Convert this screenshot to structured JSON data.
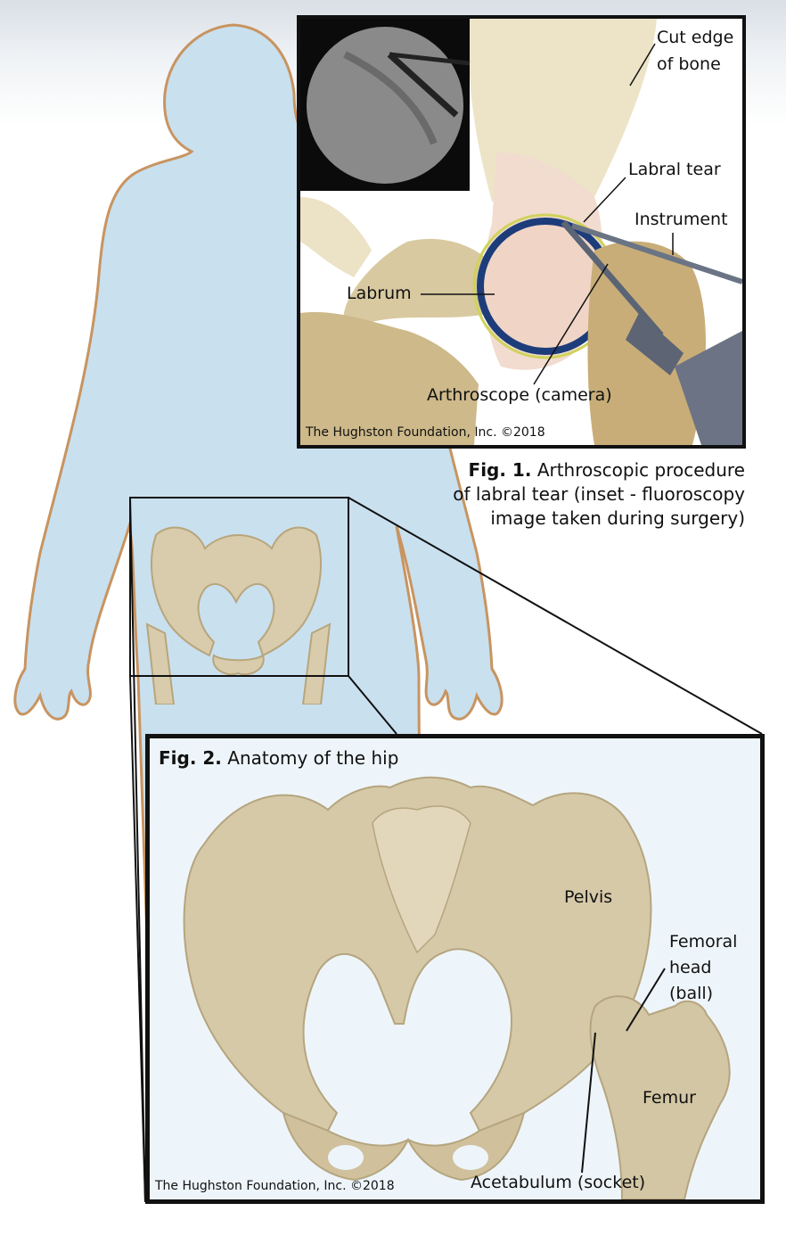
{
  "background": {
    "silhouette_fill": "#c9e0ef",
    "silhouette_outline": "#c89460",
    "bone_color": "#d8ccad"
  },
  "figure1": {
    "number": "Fig. 1.",
    "caption_lines": [
      "Arthroscopic procedure",
      "of labral tear (inset - fluoroscopy",
      "image taken during surgery)"
    ],
    "labels": {
      "cut_edge_line1": "Cut edge",
      "cut_edge_line2": "of bone",
      "labral_tear": "Labral tear",
      "instrument": "Instrument",
      "labrum": "Labrum",
      "arthroscope": "Arthroscope (camera)"
    },
    "credit": "The Hughston Foundation, Inc. ©2018",
    "inset": "fluoroscopy image"
  },
  "figure2": {
    "number": "Fig. 2.",
    "title": "Anatomy of the hip",
    "labels": {
      "pelvis": "Pelvis",
      "femoral_head_line1": "Femoral",
      "femoral_head_line2": "head",
      "femoral_head_line3": "(ball)",
      "femur": "Femur",
      "acetabulum": "Acetabulum (socket)"
    },
    "credit": "The Hughston Foundation, Inc. ©2018"
  }
}
